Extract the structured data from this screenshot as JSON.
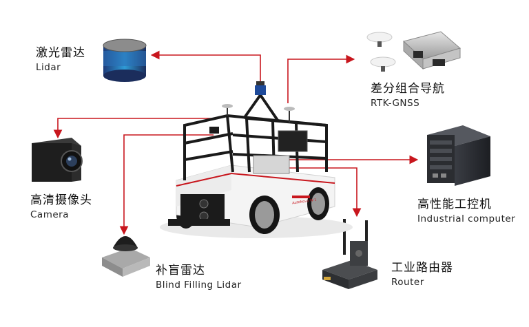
{
  "components": [
    {
      "zh": "激光雷达",
      "en": "Lidar"
    },
    {
      "zh": "差分组合导航",
      "en": "RTK-GNSS"
    },
    {
      "zh": "高清摄像头",
      "en": "Camera"
    },
    {
      "zh": "高性能工控机",
      "en": "Industrial computer"
    },
    {
      "zh": "补盲雷达",
      "en": "Blind Filling Lidar"
    },
    {
      "zh": "工业路由器",
      "en": "Router"
    }
  ],
  "vehicle": {
    "brand": "AutoNova W-1"
  },
  "colors": {
    "connector": "#c8161d",
    "frame": "#1a1a1a",
    "body": "#f4f4f4",
    "stripe": "#c8161d"
  }
}
